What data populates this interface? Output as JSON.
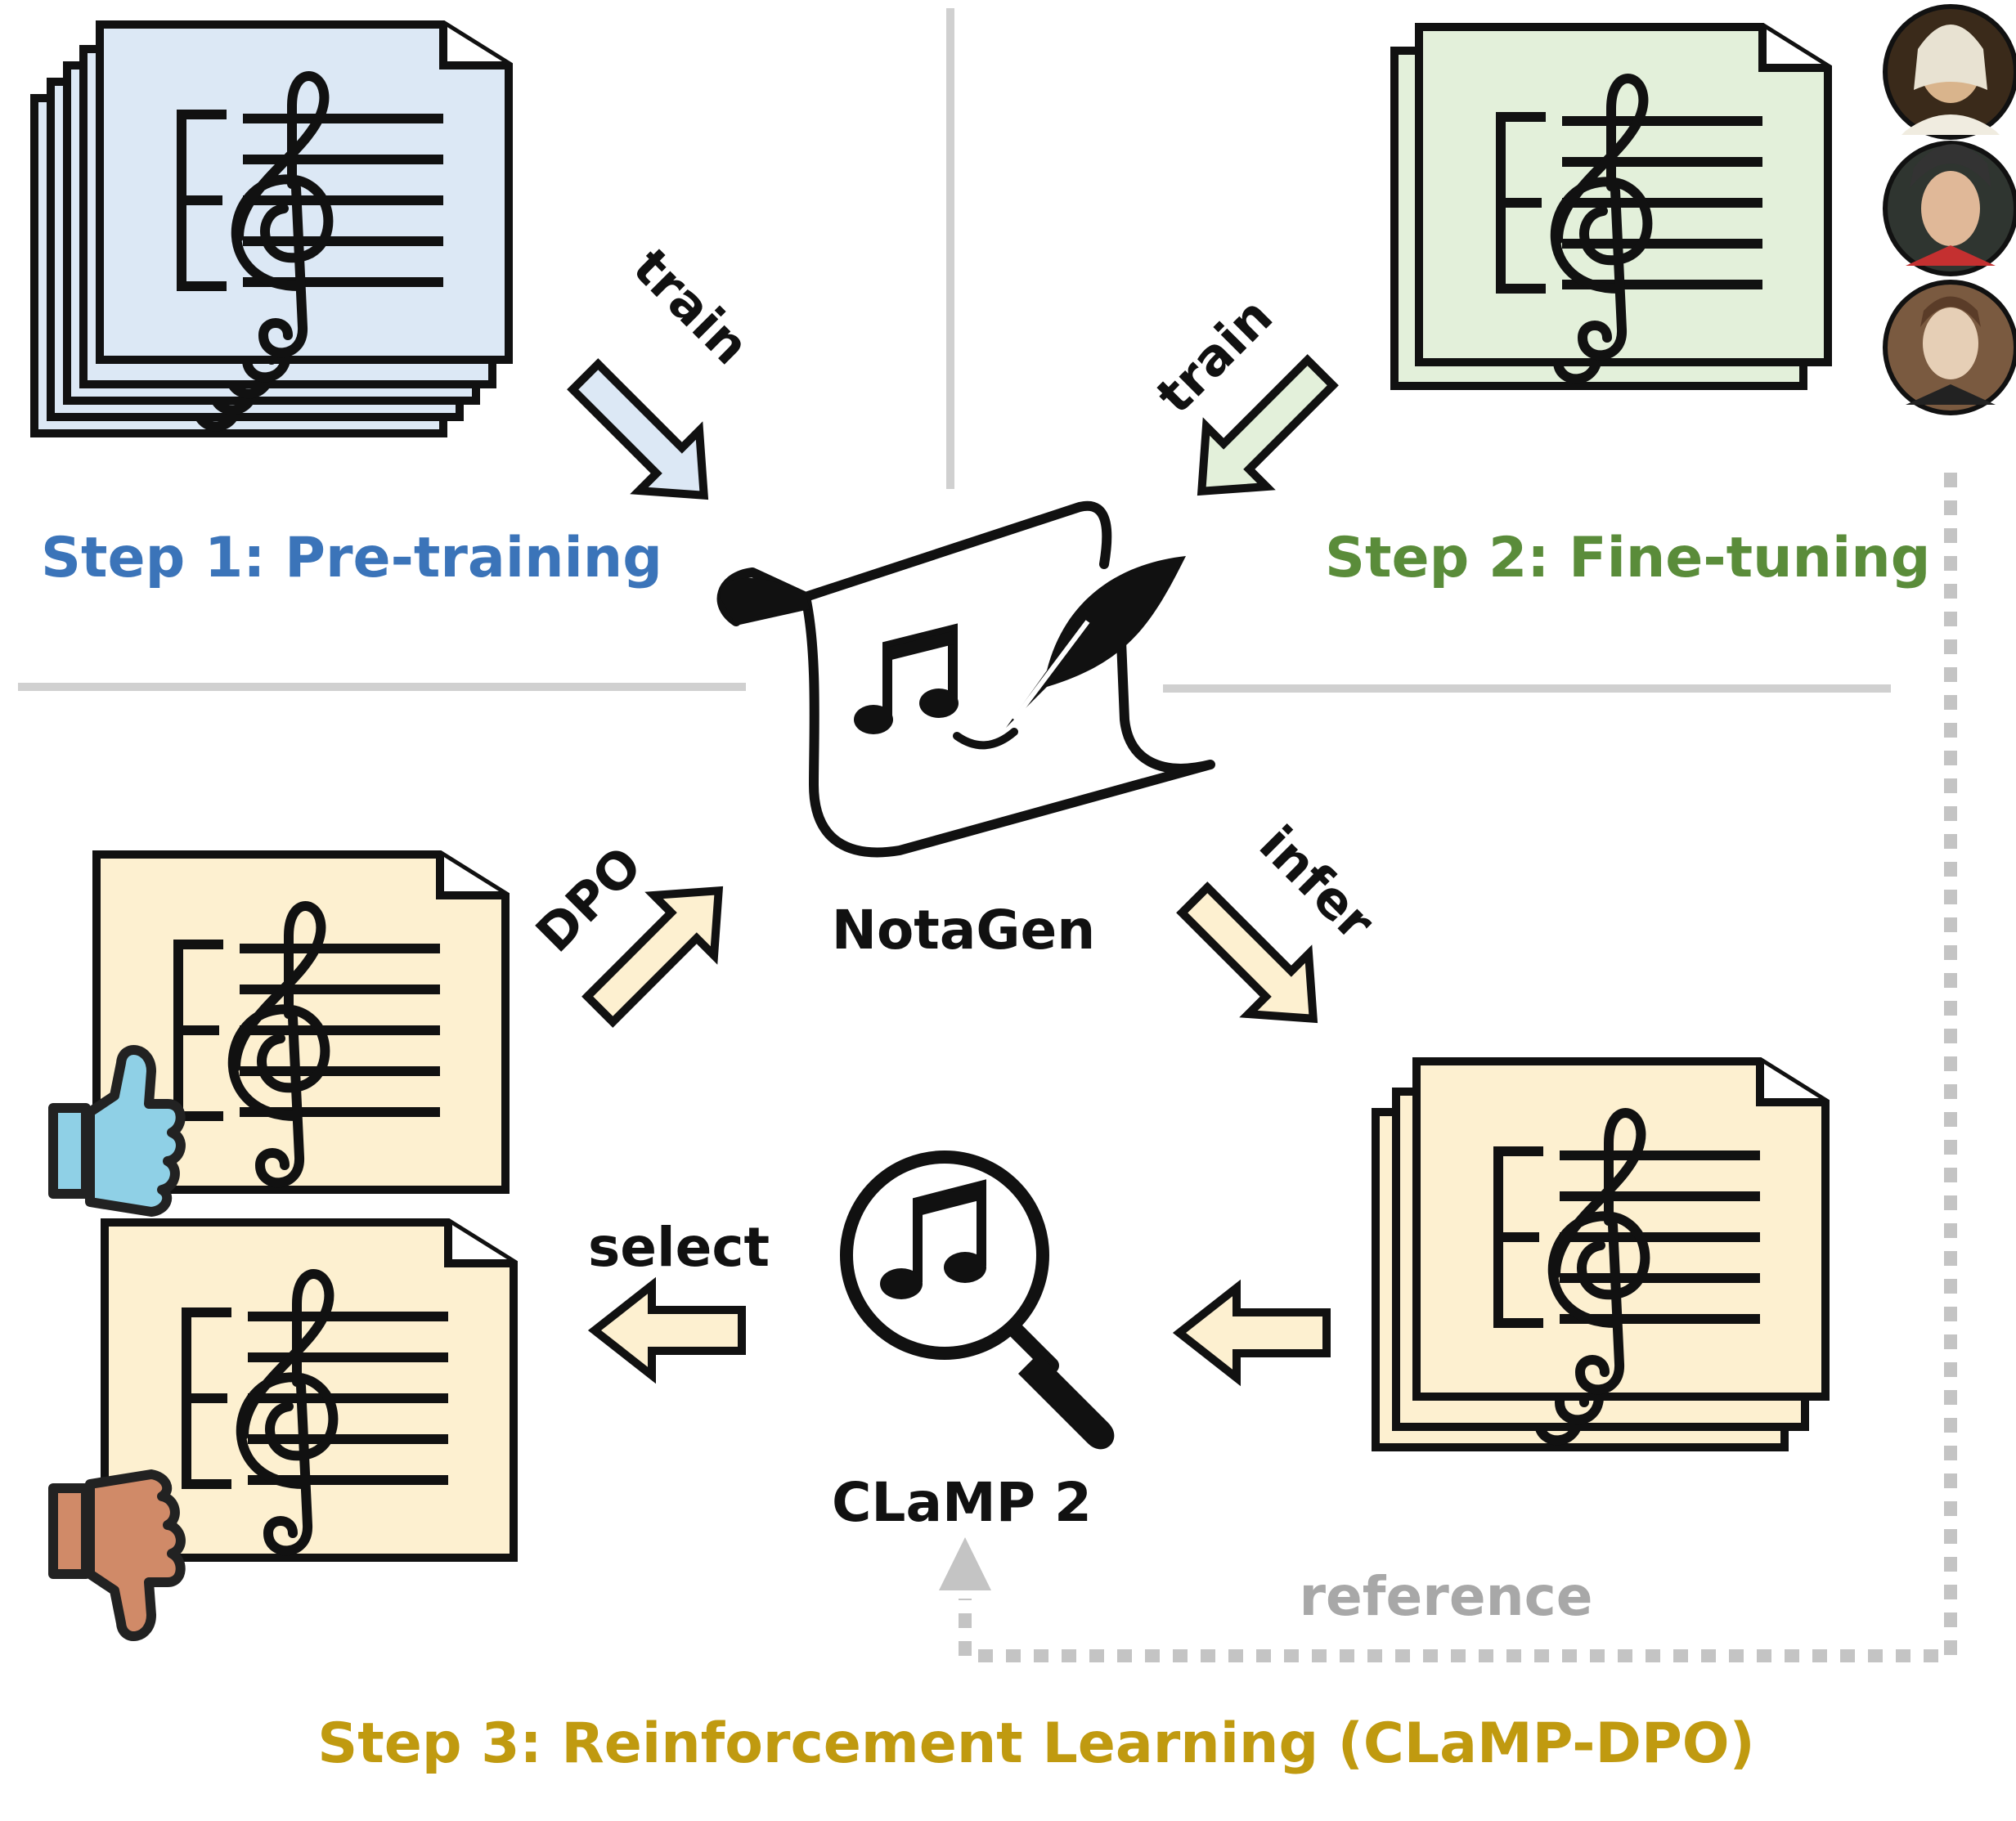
{
  "steps": {
    "step1": "Step 1: Pre-training",
    "step2": "Step 2: Fine-tuning",
    "step3": "Step 3: Reinforcement Learning (CLaMP-DPO)"
  },
  "models": {
    "notagen": "NotaGen",
    "clamp": "CLaMP 2"
  },
  "arrows": {
    "train1": "train",
    "train2": "train",
    "dpo": "DPO",
    "infer": "infer",
    "select": "select",
    "reference": "reference"
  },
  "colors": {
    "pretrain_paper": "#dce8f5",
    "finetune_paper": "#e3f0da",
    "rl_paper": "#fdf0d0",
    "step1_text": "#3b74b9",
    "step2_text": "#5a8c3a",
    "step3_text": "#c09a10",
    "thumb_up": "#8fd0e6",
    "thumb_down": "#d08a68",
    "divider": "#d0d0d0",
    "reference_gray": "#a8a8a8"
  },
  "icons": [
    "sheet-music-stack-icon",
    "treble-clef-icon",
    "arrow-icon",
    "scroll-quill-icon",
    "magnifier-music-icon",
    "thumb-up-icon",
    "thumb-down-icon",
    "composer-portrait-icon"
  ]
}
